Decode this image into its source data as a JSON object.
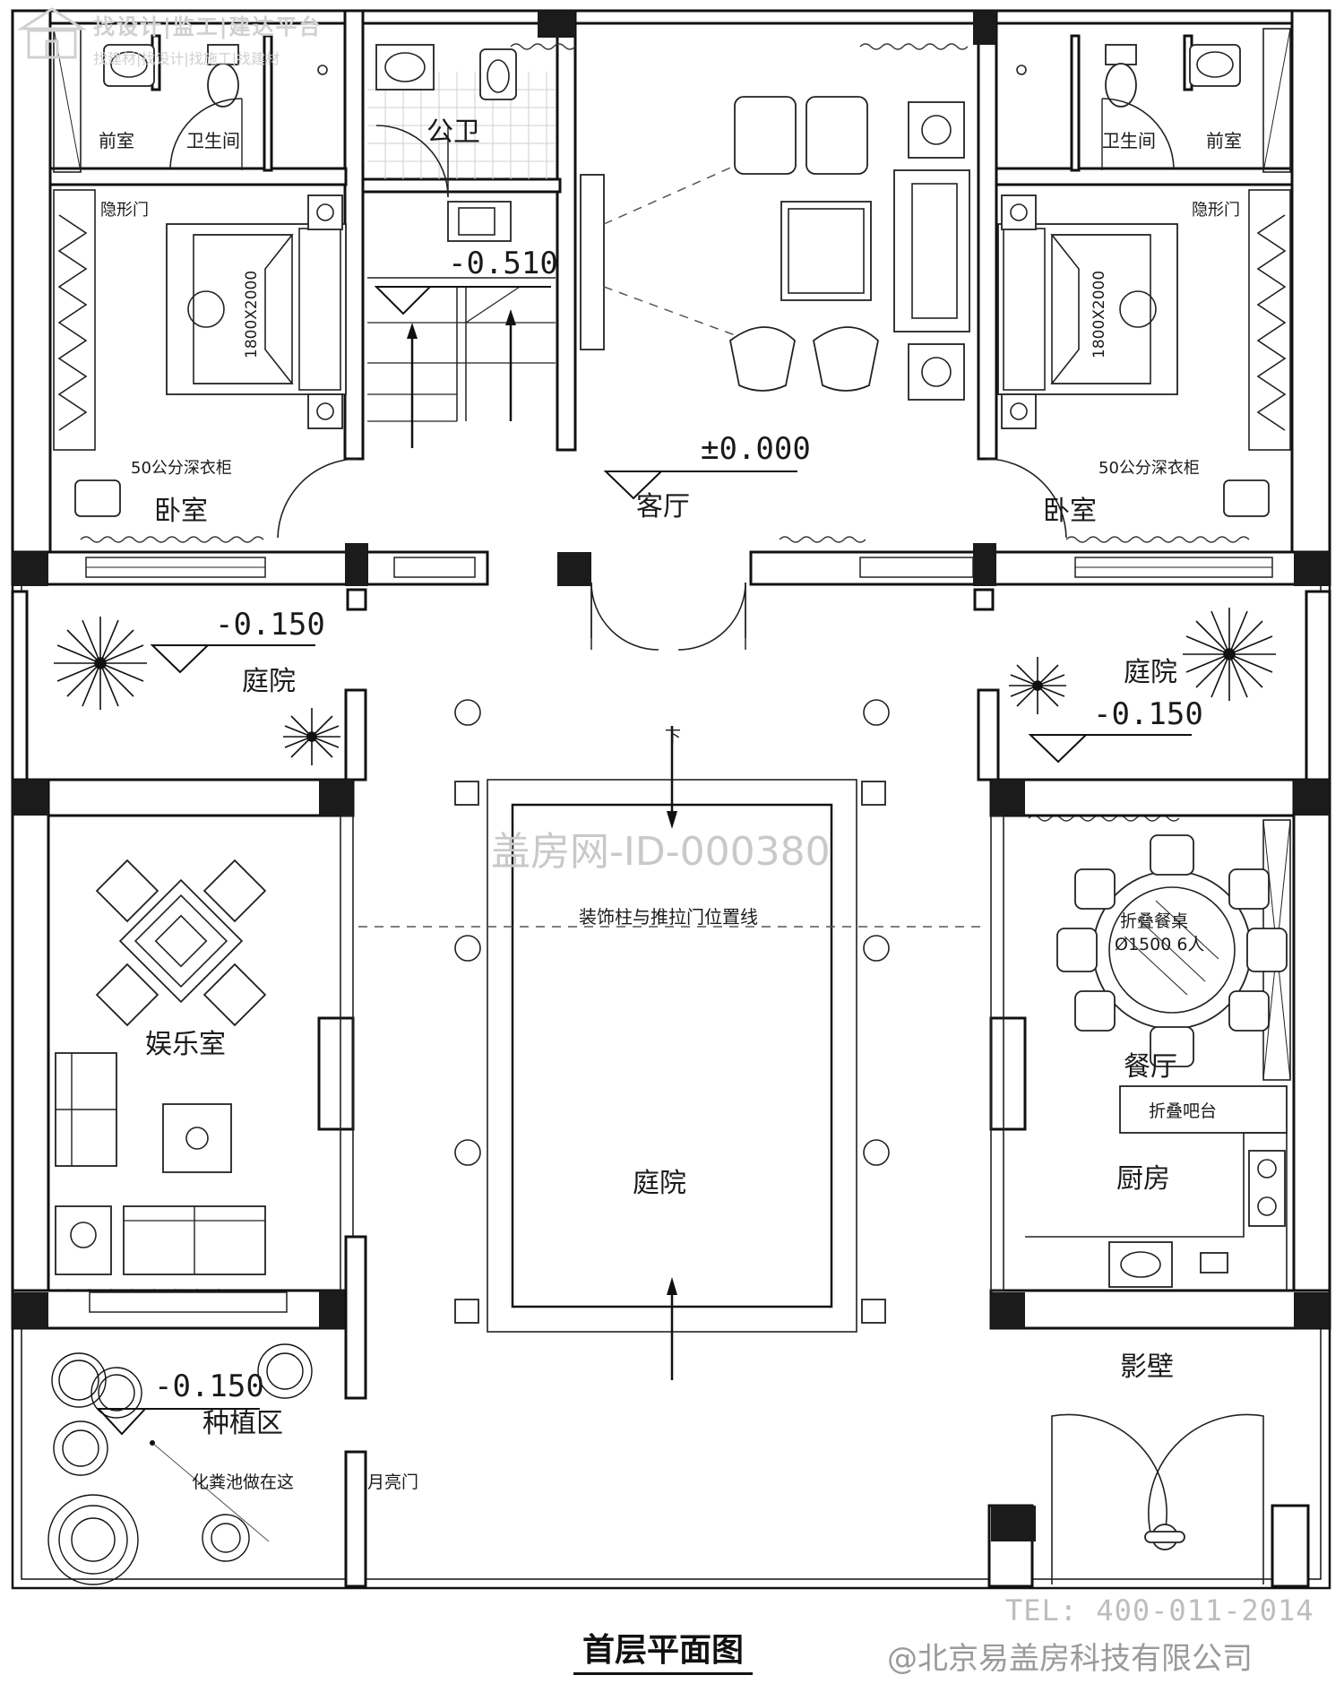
{
  "watermark": {
    "platform": "找设计|监工|建达平台",
    "platform_links": "找建材|找设计|找施工|找建材",
    "id": "盖房网-ID-000380",
    "tel": "TEL: 400-011-2014",
    "copyright": "@北京易盖房科技有限公司"
  },
  "title": "首层平面图",
  "rooms": {
    "anteroom_left": "前室",
    "bath_left": "卫生间",
    "public_wc": "公卫",
    "bath_right": "卫生间",
    "anteroom_right": "前室",
    "hidden_door_left": "隐形门",
    "hidden_door_right": "隐形门",
    "bed_size_left": "1800X2000",
    "bed_size_right": "1800X2000",
    "wardrobe_left": "50公分深衣柜",
    "wardrobe_right": "50公分深衣柜",
    "bedroom_left": "卧室",
    "living_room": "客厅",
    "bedroom_right": "卧室",
    "courtyard_left": "庭院",
    "courtyard_right": "庭院",
    "stair_down": "下",
    "pillar_line": "装饰柱与推拉门位置线",
    "entertainment": "娱乐室",
    "folding_table": "折叠餐桌",
    "table_size": "Ø1500  6人",
    "dining": "餐厅",
    "folding_bar": "折叠吧台",
    "kitchen": "厨房",
    "courtyard_center": "庭院",
    "screen_wall": "影壁",
    "planting": "种植区",
    "septic_note": "化粪池做在这",
    "moon_gate": "月亮门"
  },
  "elevations": {
    "wc": "-0.510",
    "living": "±0.000",
    "court_left": "-0.150",
    "court_right": "-0.150",
    "planting": "-0.150"
  }
}
